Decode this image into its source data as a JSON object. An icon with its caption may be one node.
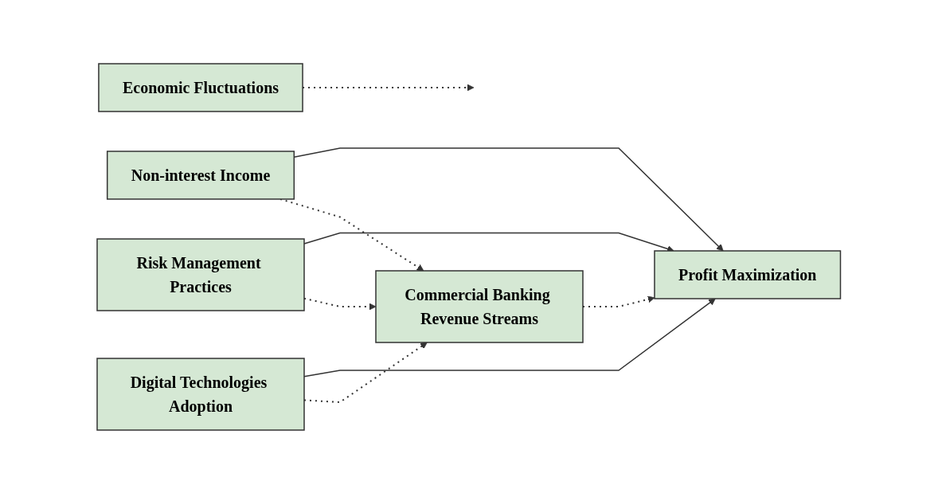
{
  "diagram": {
    "nodes": [
      {
        "text": [
          "Digital Technologies Adoption"
        ]
      },
      {
        "text": [
          "Risk Management Practices"
        ]
      },
      {
        "text": [
          "Non-interest Income"
        ]
      },
      {
        "text": [
          "Economic Fluctuations"
        ]
      },
      {
        "text": [
          "Commercial Banking Revenue Streams"
        ]
      },
      {
        "text": [
          "Profit Maximization"
        ]
      }
    ],
    "edges": [
      {
        "from": 0,
        "to": 4,
        "arrow": "to",
        "style": "dashed"
      },
      {
        "from": 1,
        "to": 4,
        "arrow": "to",
        "style": "dashed"
      },
      {
        "from": 2,
        "to": 4,
        "arrow": "to",
        "style": "dashed"
      },
      {
        "from": 4,
        "to": 5,
        "arrow": "to",
        "style": "dashed"
      },
      {
        "from": 0,
        "to": 5,
        "arrow": "to"
      },
      {
        "from": 1,
        "to": 5,
        "arrow": "to"
      },
      {
        "from": 2,
        "to": 5,
        "arrow": "to"
      },
      {
        "from": 3,
        "to": null,
        "arrow": "to",
        "style": "dashed"
      }
    ]
  }
}
